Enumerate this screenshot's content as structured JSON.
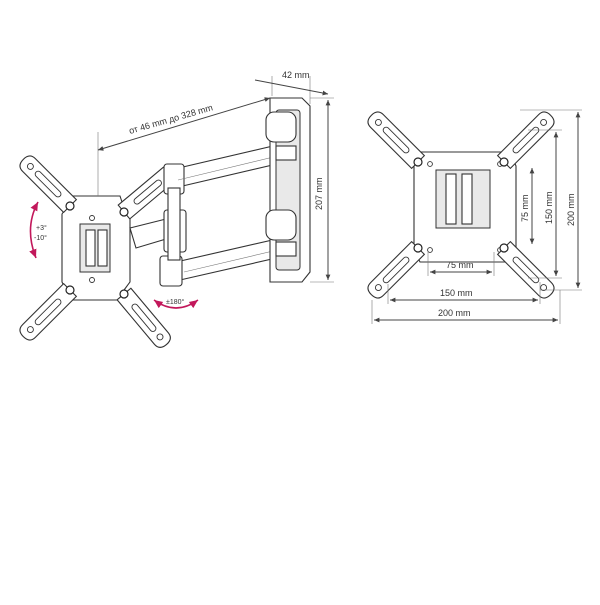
{
  "labels": {
    "depth": "42 mm",
    "extension": "от 46 mm до 328 mm",
    "height": "207 mm",
    "tilt_up": "+3°",
    "tilt_down": "-10°",
    "swivel": "±180°",
    "vesa_75_h": "75 mm",
    "vesa_150_h": "150 mm",
    "vesa_200_h": "200 mm",
    "vesa_75_v": "75 mm",
    "vesa_150_v": "150 mm",
    "vesa_200_v": "200 mm"
  },
  "colors": {
    "line": "#444444",
    "accent": "#c2185b"
  }
}
